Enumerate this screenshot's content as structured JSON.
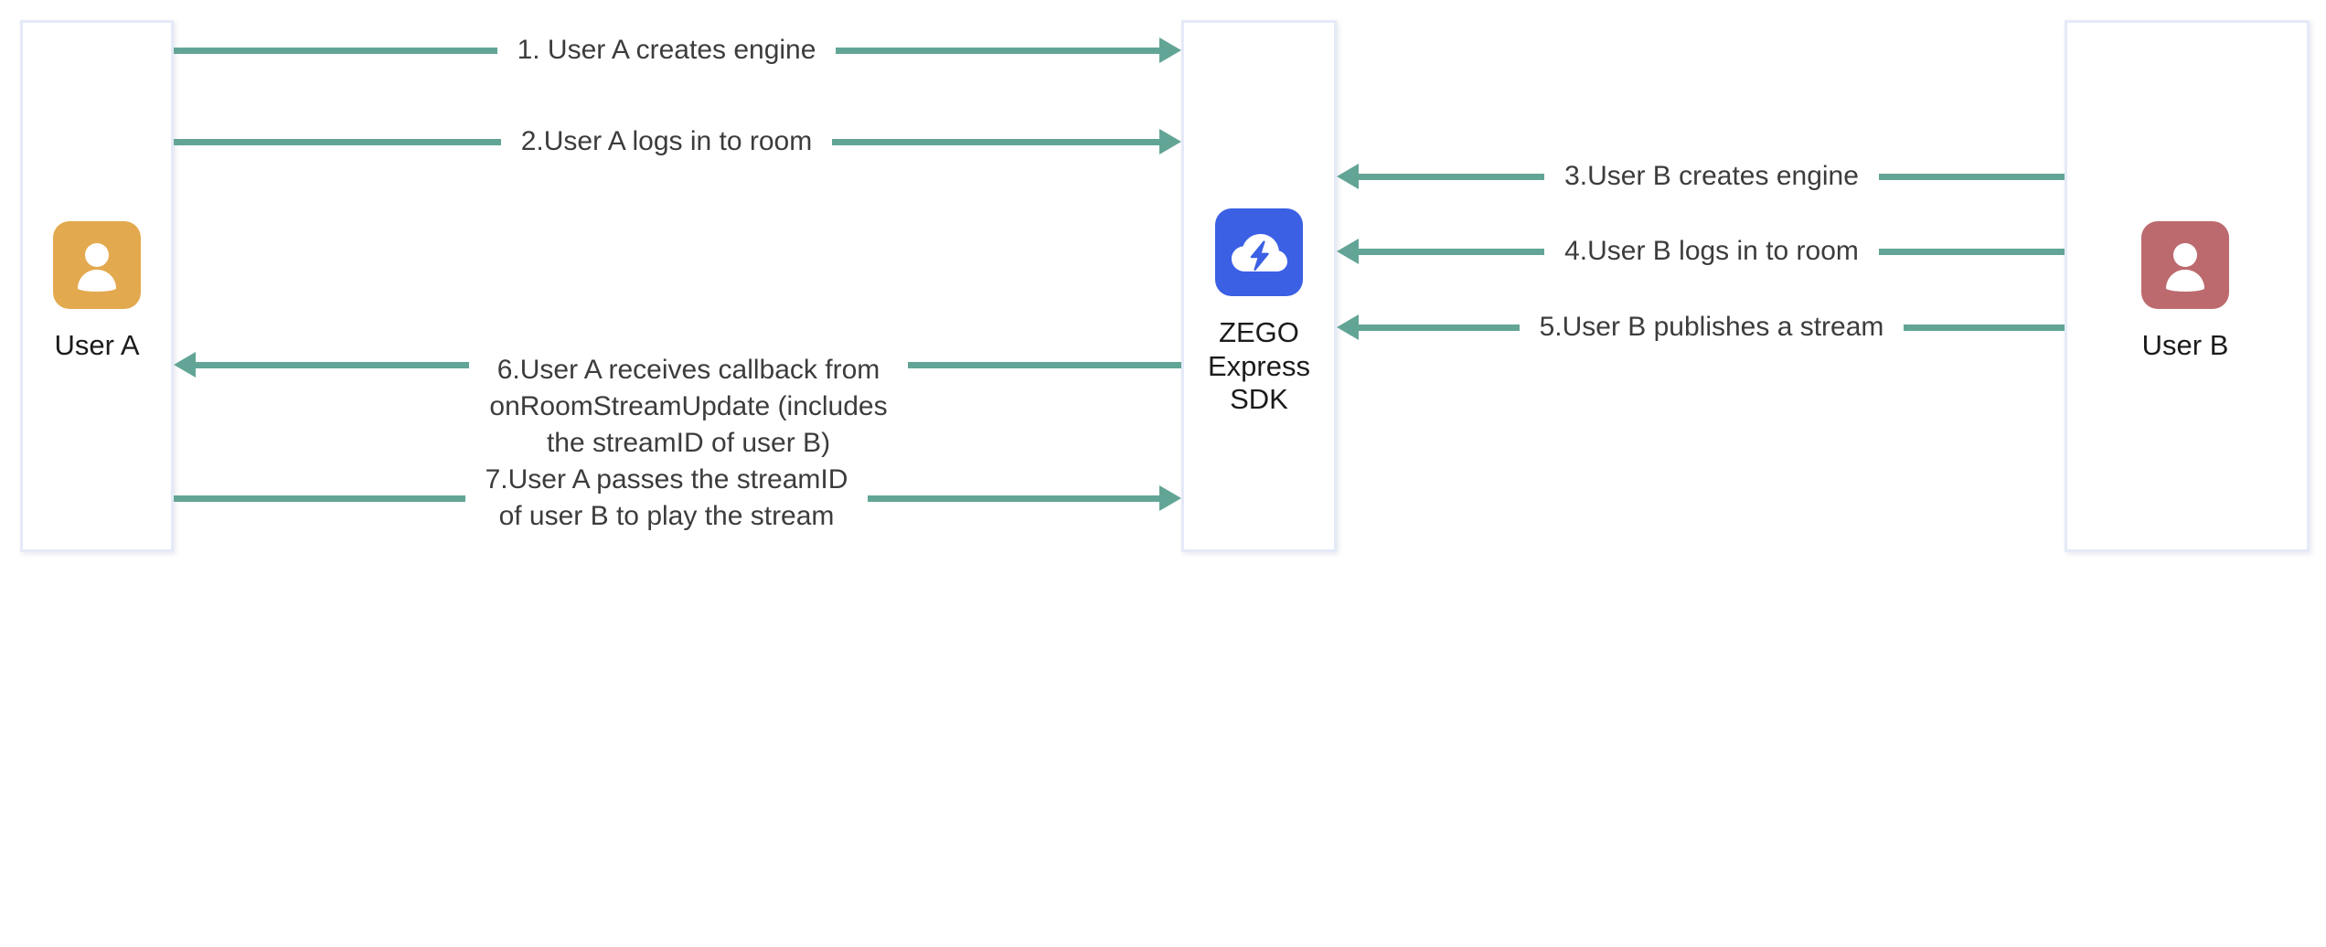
{
  "diagram": {
    "title": "ZEGO Express SDK stream publish/play sequence",
    "accent_color": "#62A596",
    "lifeline_border_color": "#E5EAF8"
  },
  "actors": {
    "user_a": {
      "label": "User A",
      "icon": "person-icon",
      "color": "#E3A94F"
    },
    "sdk": {
      "label": "ZEGO\nExpress\nSDK",
      "label_line_1": "ZEGO",
      "label_line_2": "Express",
      "label_line_3": "SDK",
      "icon": "cloud-lightning-icon",
      "color": "#3B60E4"
    },
    "user_b": {
      "label": "User B",
      "icon": "person-icon",
      "color": "#BC6A6E"
    }
  },
  "messages": [
    {
      "id": 1,
      "label": "1. User A creates engine",
      "from": "user_a",
      "to": "sdk",
      "direction": "right"
    },
    {
      "id": 2,
      "label": "2.User A logs in to room",
      "from": "user_a",
      "to": "sdk",
      "direction": "right"
    },
    {
      "id": 3,
      "label": "3.User B creates engine",
      "from": "user_b",
      "to": "sdk",
      "direction": "left"
    },
    {
      "id": 4,
      "label": "4.User B logs in to room",
      "from": "user_b",
      "to": "sdk",
      "direction": "left"
    },
    {
      "id": 5,
      "label": "5.User B publishes a stream",
      "from": "user_b",
      "to": "sdk",
      "direction": "left"
    },
    {
      "id": 6,
      "label": "6.User A receives callback from\nonRoomStreamUpdate (includes\nthe streamID of user B)",
      "from": "sdk",
      "to": "user_a",
      "direction": "left"
    },
    {
      "id": 7,
      "label": "7.User A passes the streamID\nof user B to play the stream",
      "from": "user_a",
      "to": "sdk",
      "direction": "right"
    }
  ]
}
